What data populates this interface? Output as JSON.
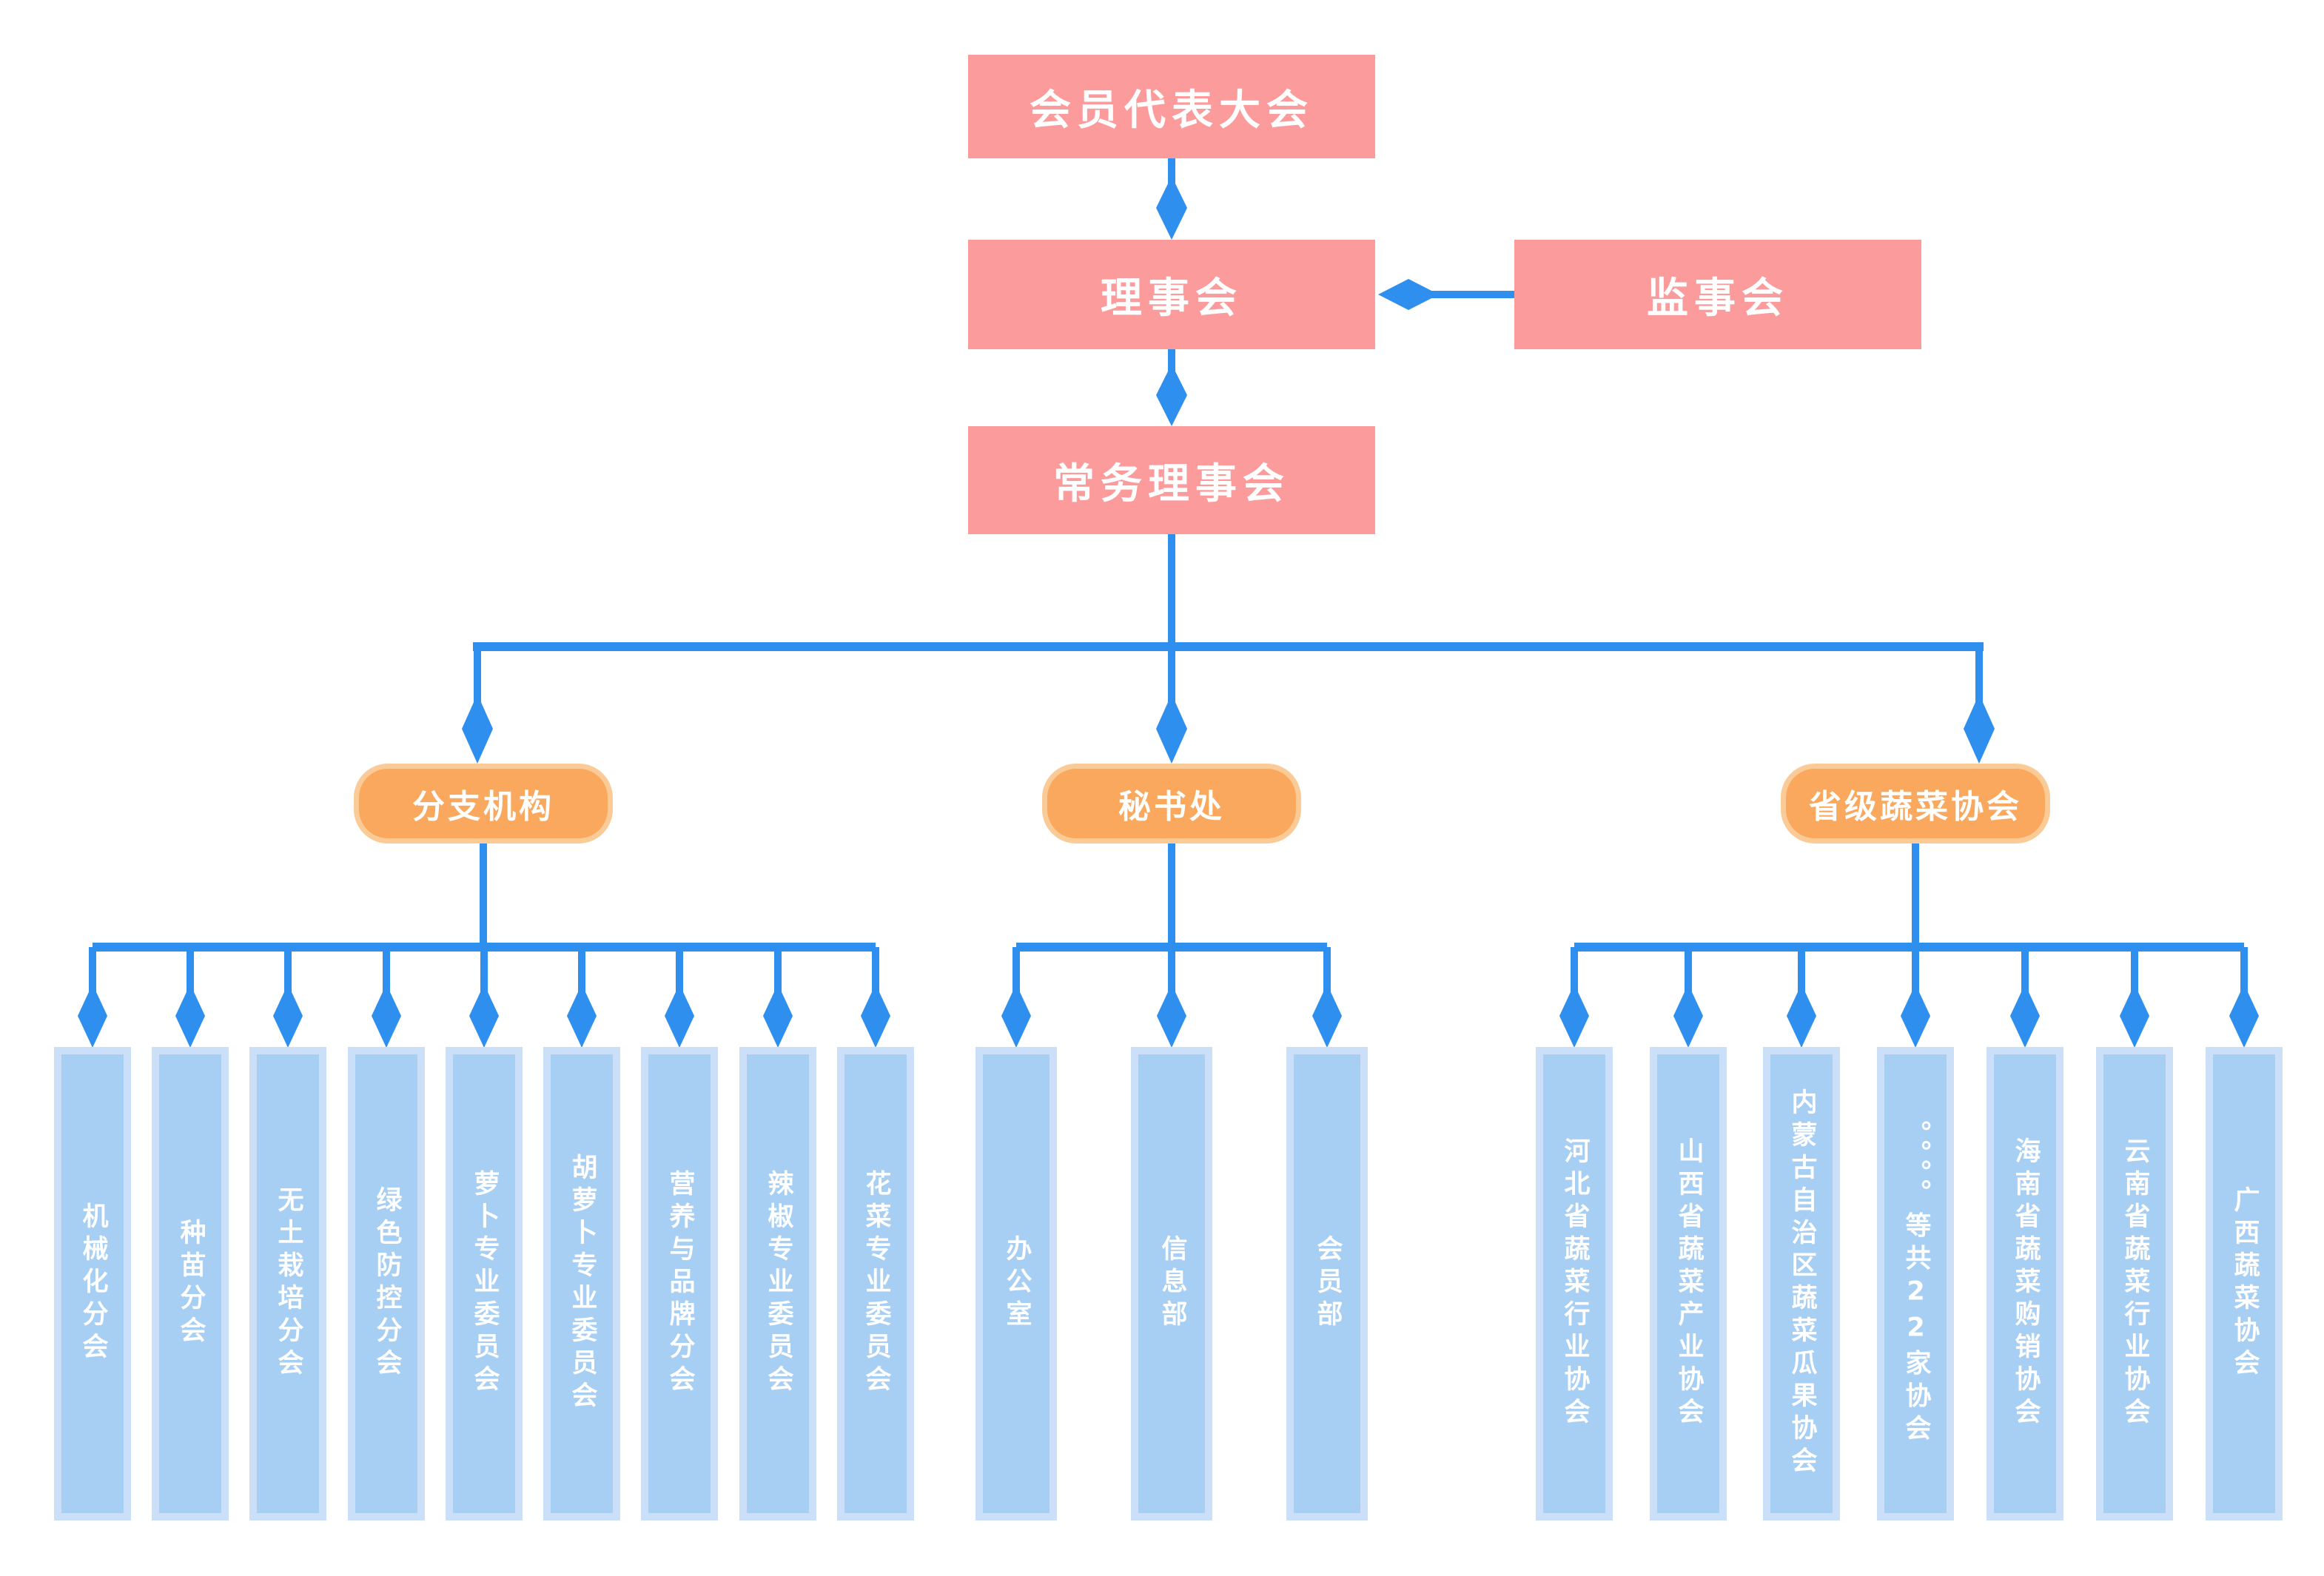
{
  "diagram": {
    "nodes": {
      "assembly": "会员代表大会",
      "council": "理事会",
      "supervisory": "监事会",
      "standing_council": "常务理事会"
    },
    "branches": [
      {
        "label": "分支机构",
        "children": [
          "机械化分会",
          "种苗分会",
          "无土栽培分会",
          "绿色防控分会",
          "萝卜专业委员会",
          "胡萝卜专业委员会",
          "营养与品牌分会",
          "辣椒专业委员会",
          "花菜专业委员会"
        ]
      },
      {
        "label": "秘书处",
        "children": [
          "办公室",
          "信息部",
          "会员部"
        ]
      },
      {
        "label": "省级蔬菜协会",
        "children": [
          "河北省蔬菜行业协会",
          "山西省蔬菜产业协会",
          "内蒙古自治区蔬菜瓜果协会",
          "。。。。等共22家协会",
          "海南省蔬菜购销协会",
          "云南省蔬菜行业协会",
          "广西蔬菜协会"
        ]
      }
    ],
    "colors": {
      "node_pink": "#FB9B9B",
      "pill_fill": "#F9A85D",
      "pill_border": "#FBCB97",
      "connector_blue": "#2E8FEF",
      "child_fill": "#A7CEF3",
      "child_border": "#CBE0F8",
      "label_text": "#FFFFFF"
    }
  }
}
